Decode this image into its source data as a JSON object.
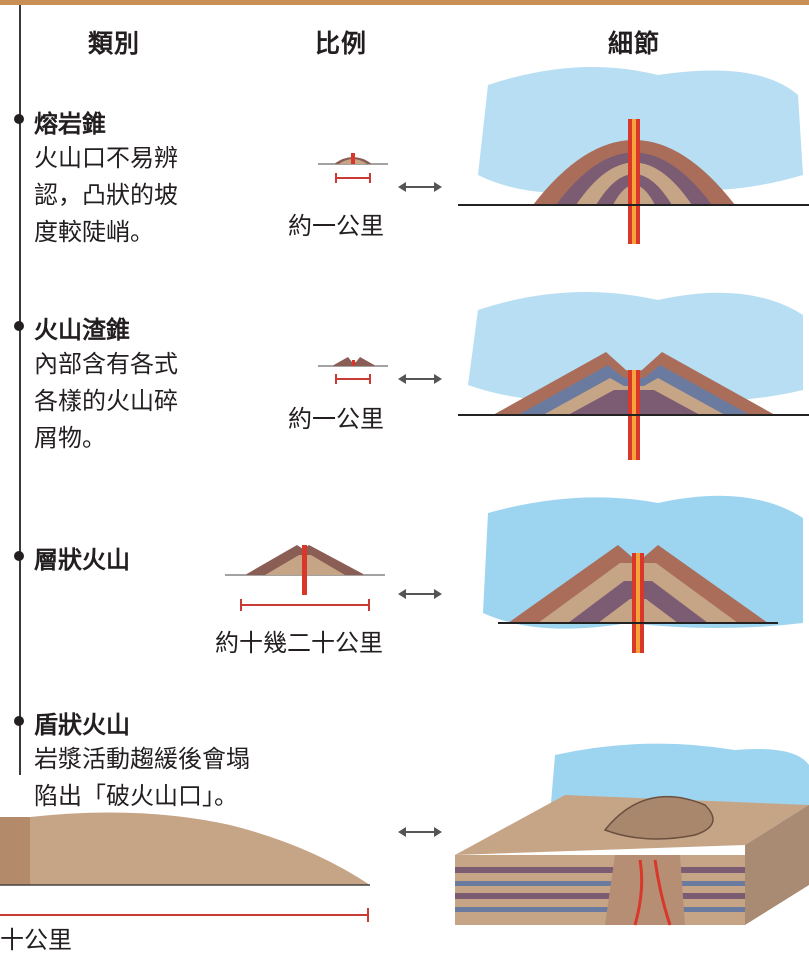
{
  "header": {
    "type": "類別",
    "scale": "比例",
    "detail": "細節"
  },
  "items": [
    {
      "name": "熔岩錐",
      "desc": "火山口不易辨\n認，凸狀的坡\n度較陡峭。",
      "scale": "約一公里"
    },
    {
      "name": "火山渣錐",
      "desc": "內部含有各式\n各樣的火山碎\n屑物。",
      "scale": "約一公里"
    },
    {
      "name": "層狀火山",
      "desc": "",
      "scale": "約十幾二十公里"
    },
    {
      "name": "盾狀火山",
      "desc": "岩漿活動趨緩後會塌\n陷出「破火山口」。",
      "scale": "十公里"
    }
  ],
  "colors": {
    "accent": "#c98f55",
    "magma": "#d9372a",
    "sky": "#6bbde6",
    "ground": "#c6a486"
  }
}
